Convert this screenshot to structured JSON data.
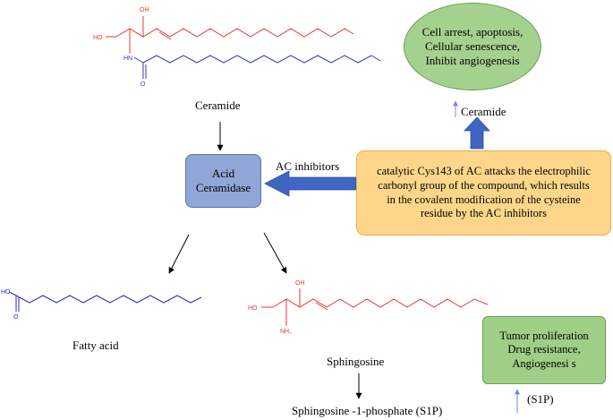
{
  "molecules": {
    "ceramide": {
      "label": "Ceramide",
      "atoms": {
        "oh_top": "OH",
        "oh_left": "HO",
        "nh": "HN",
        "o": "O"
      }
    },
    "fatty_acid": {
      "label": "Fatty acid",
      "atoms": {
        "ho": "HO",
        "o": "O"
      }
    },
    "sphingosine": {
      "label": "Sphingosine",
      "atoms": {
        "oh_top": "OH",
        "ho_left": "HO",
        "nh2": "NH₂"
      }
    }
  },
  "enzyme": {
    "label": "Acid\nCeramidase"
  },
  "inhibitors_label": "AC inhibitors",
  "mechanism": {
    "text": "catalytic Cys143 of AC attacks the electrophilic\ncarbonyl group of the compound, which results\nin the covalent modification of the cysteine\nresidue by the AC inhibitors"
  },
  "ceramide_increase_label": "Ceramide",
  "outcome": {
    "text": "Cell arrest,  apoptosis,\nCellular senescence,\nInhibit angiogenesis"
  },
  "s1p_product_label": "Sphingosine -1-phosphate (S1P)",
  "s1p_increase_label": "(S1P)",
  "tumor": {
    "text": "Tumor proliferation\nDrug resistance,\nAngiogenesi s"
  },
  "colors": {
    "ceramide_sphingoid": "#e8392f",
    "ceramide_acyl": "#3a3ad0",
    "fatty_acid_chain": "#2a2acf",
    "sphingosine_chain": "#e8392f",
    "block_arrow": "#3f66c4",
    "thin_up_arrow": "#6a8fd6",
    "enzyme_fill": "#8fa6d6",
    "mechanism_fill": "#fdd68a",
    "outcome_fill": "#a5d18f",
    "tumor_fill": "#9fcf86"
  }
}
